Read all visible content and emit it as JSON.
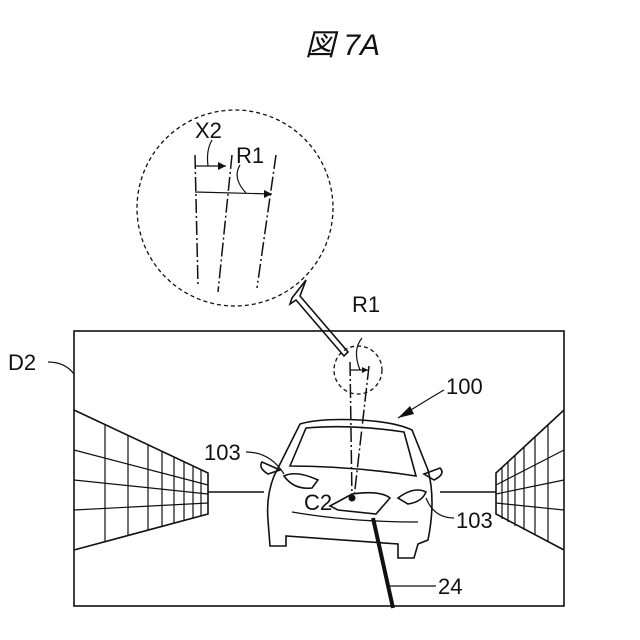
{
  "figure": {
    "title": "図 7A"
  },
  "labels": {
    "x2": "X2",
    "r1_top": "R1",
    "r1_small": "R1",
    "d2": "D2",
    "vehicle": "100",
    "lamp_left": "103",
    "lamp_right": "103",
    "c2": "C2",
    "pole": "24"
  }
}
